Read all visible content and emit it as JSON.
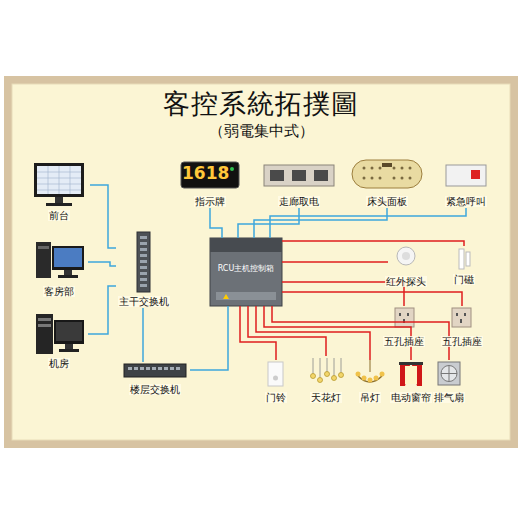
{
  "diagram": {
    "title": "客控系統拓撲圖",
    "nodes": [
      {
        "text": [
          "前台"
        ]
      },
      {
        "text": [
          "客房部"
        ]
      },
      {
        "text": [
          "机房"
        ]
      },
      {
        "text": [
          "主干交换机"
        ]
      },
      {
        "text": [
          "楼层交换机"
        ]
      },
      {
        "text": [
          "RCU主机控制箱"
        ]
      },
      {
        "text": [
          "指示牌"
        ]
      },
      {
        "text": [
          "走廊取电"
        ]
      },
      {
        "text": [
          "床头面板"
        ]
      },
      {
        "text": [
          "紧急呼叫"
        ]
      },
      {
        "text": [
          "红外探头"
        ]
      },
      {
        "text": [
          "门磁"
        ]
      },
      {
        "text": [
          "五孔插座"
        ]
      },
      {
        "text": [
          "五孔插座"
        ]
      },
      {
        "text": [
          "门铃"
        ]
      },
      {
        "text": [
          "天花灯"
        ]
      },
      {
        "text": [
          "吊灯"
        ]
      },
      {
        "text": [
          "电动窗帘"
        ]
      },
      {
        "text": [
          "排气扇"
        ]
      }
    ],
    "edges": [
      {
        "from": 0,
        "to": 3,
        "arrow": "none"
      },
      {
        "from": 1,
        "to": 3,
        "arrow": "none"
      },
      {
        "from": 2,
        "to": 3,
        "arrow": "none"
      },
      {
        "from": 3,
        "to": 4,
        "arrow": "none"
      },
      {
        "from": 4,
        "to": 5,
        "arrow": "none"
      },
      {
        "from": 5,
        "to": 6,
        "arrow": "none"
      },
      {
        "from": 5,
        "to": 7,
        "arrow": "none"
      },
      {
        "from": 5,
        "to": 8,
        "arrow": "none"
      },
      {
        "from": 5,
        "to": 9,
        "arrow": "none"
      },
      {
        "from": 5,
        "to": 10,
        "arrow": "none"
      },
      {
        "from": 5,
        "to": 11,
        "arrow": "none"
      },
      {
        "from": 5,
        "to": 12,
        "arrow": "none"
      },
      {
        "from": 5,
        "to": 13,
        "arrow": "none"
      },
      {
        "from": 5,
        "to": 14,
        "arrow": "none"
      },
      {
        "from": 5,
        "to": 15,
        "arrow": "none"
      },
      {
        "from": 5,
        "to": 16,
        "arrow": "none"
      },
      {
        "from": 5,
        "to": 17,
        "arrow": "none"
      },
      {
        "from": 5,
        "to": 18,
        "arrow": "none"
      }
    ],
    "labels": [
      "（弱電集中式）",
      "1618"
    ]
  }
}
